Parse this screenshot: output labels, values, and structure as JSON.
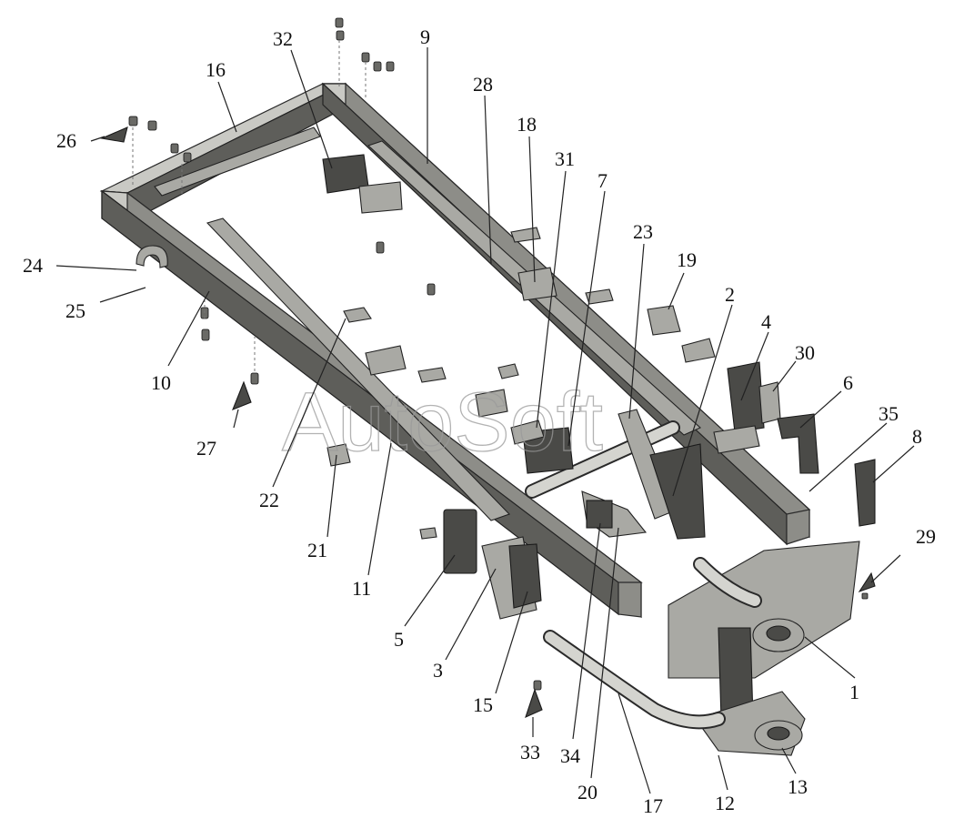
{
  "watermark": "AutoSoft",
  "callouts": [
    {
      "id": "1",
      "label": "1"
    },
    {
      "id": "2",
      "label": "2"
    },
    {
      "id": "3",
      "label": "3"
    },
    {
      "id": "4",
      "label": "4"
    },
    {
      "id": "5",
      "label": "5"
    },
    {
      "id": "6",
      "label": "6"
    },
    {
      "id": "7",
      "label": "7"
    },
    {
      "id": "8",
      "label": "8"
    },
    {
      "id": "9",
      "label": "9"
    },
    {
      "id": "10",
      "label": "10"
    },
    {
      "id": "11",
      "label": "11"
    },
    {
      "id": "12",
      "label": "12"
    },
    {
      "id": "13",
      "label": "13"
    },
    {
      "id": "15",
      "label": "15"
    },
    {
      "id": "16",
      "label": "16"
    },
    {
      "id": "17",
      "label": "17"
    },
    {
      "id": "18",
      "label": "18"
    },
    {
      "id": "19",
      "label": "19"
    },
    {
      "id": "20",
      "label": "20"
    },
    {
      "id": "21",
      "label": "21"
    },
    {
      "id": "22",
      "label": "22"
    },
    {
      "id": "23",
      "label": "23"
    },
    {
      "id": "24",
      "label": "24"
    },
    {
      "id": "25",
      "label": "25"
    },
    {
      "id": "26",
      "label": "26"
    },
    {
      "id": "27",
      "label": "27"
    },
    {
      "id": "28",
      "label": "28"
    },
    {
      "id": "29",
      "label": "29"
    },
    {
      "id": "30",
      "label": "30"
    },
    {
      "id": "31",
      "label": "31"
    },
    {
      "id": "32",
      "label": "32"
    },
    {
      "id": "33",
      "label": "33"
    },
    {
      "id": "34",
      "label": "34"
    },
    {
      "id": "35",
      "label": "35"
    }
  ]
}
